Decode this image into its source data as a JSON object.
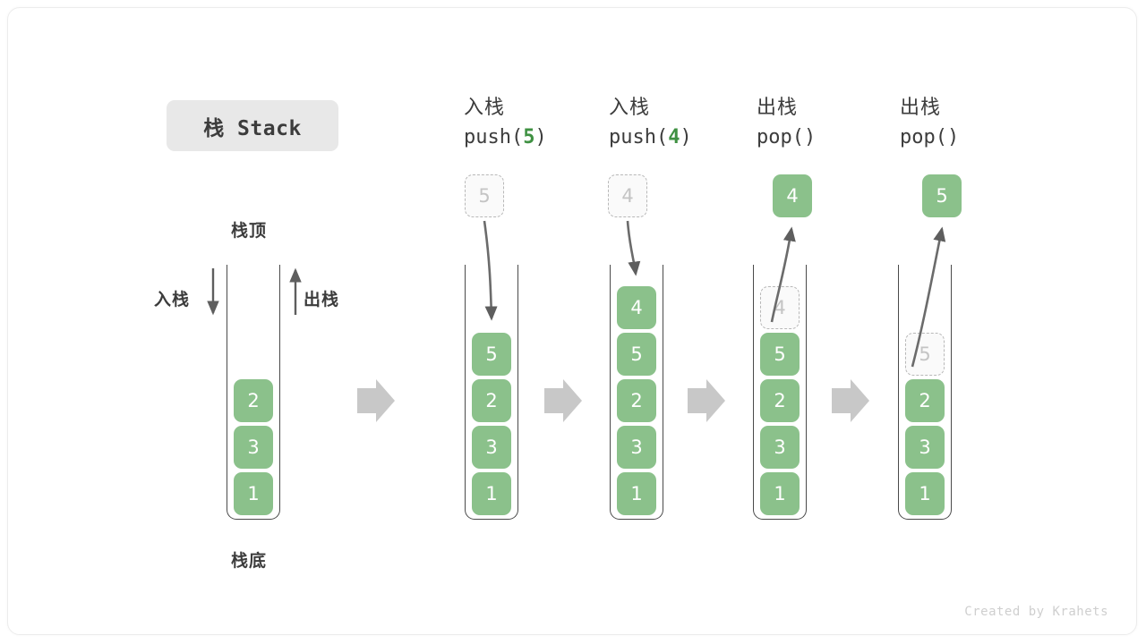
{
  "title": {
    "chip_label": "栈 Stack"
  },
  "labels": {
    "top": "栈顶",
    "bottom": "栈底",
    "push_side": "入栈",
    "pop_side": "出栈"
  },
  "footer": {
    "credit": "Created by Krahets"
  },
  "colors": {
    "cell_fill": "#8bc18b",
    "cell_text": "#ffffff",
    "ghost_fill": "#fafafa",
    "ghost_border": "#b8b8b8",
    "ghost_text": "#c4c4c4",
    "tube_stroke": "#4a4a4a",
    "accent_green": "#3f9142",
    "connector_arrow": "#c8c8c8",
    "text_dark": "#3c3c3c",
    "chip_bg": "#e8e8e8",
    "curve_arrow": "#5e5e5e"
  },
  "panels": [
    {
      "id": "initial",
      "heading_cn": "",
      "heading_code": "",
      "code_arg": "",
      "stack": [
        "2",
        "3",
        "1"
      ],
      "ghost_index": -1,
      "external_cell": null,
      "external_cell_style": null
    },
    {
      "id": "push5",
      "heading_cn": "入栈",
      "heading_code_prefix": "push(",
      "code_arg": "5",
      "heading_code_suffix": ")",
      "stack": [
        "5",
        "2",
        "3",
        "1"
      ],
      "ghost_index": -1,
      "external_cell": "5",
      "external_cell_style": "ghost"
    },
    {
      "id": "push4",
      "heading_cn": "入栈",
      "heading_code_prefix": "push(",
      "code_arg": "4",
      "heading_code_suffix": ")",
      "stack": [
        "4",
        "5",
        "2",
        "3",
        "1"
      ],
      "ghost_index": -1,
      "external_cell": "4",
      "external_cell_style": "ghost"
    },
    {
      "id": "pop1",
      "heading_cn": "出栈",
      "heading_code_prefix": "pop(",
      "code_arg": "",
      "heading_code_suffix": ")",
      "stack": [
        "4",
        "5",
        "2",
        "3",
        "1"
      ],
      "ghost_index": 0,
      "external_cell": "4",
      "external_cell_style": "solid"
    },
    {
      "id": "pop2",
      "heading_cn": "出栈",
      "heading_code_prefix": "pop(",
      "code_arg": "",
      "heading_code_suffix": ")",
      "stack": [
        "5",
        "2",
        "3",
        "1"
      ],
      "ghost_index": 0,
      "external_cell": "5",
      "external_cell_style": "solid"
    }
  ],
  "connectors": [
    "arrow-right",
    "arrow-right",
    "arrow-right",
    "arrow-right"
  ]
}
